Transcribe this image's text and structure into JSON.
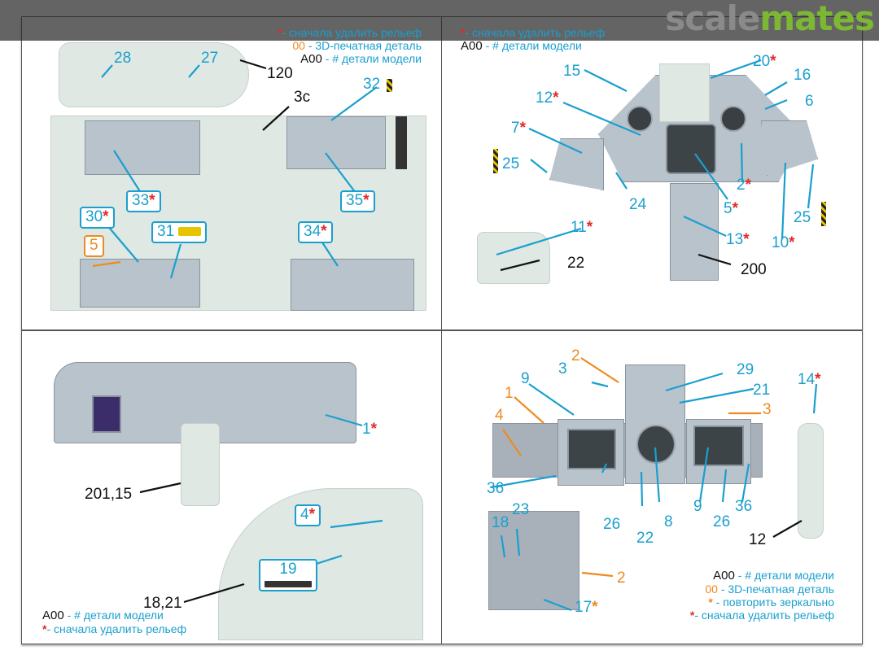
{
  "watermark": {
    "logo_part1": "scale",
    "logo_part2": "mates",
    "colors": {
      "grey": "#8a8a8a",
      "green": "#7cb832"
    }
  },
  "colors": {
    "callout_blue": "#1a9fcf",
    "printed_orange": "#ee8a1f",
    "star_red": "#e02a2a"
  },
  "legend_symbols": {
    "star": "*",
    "printed_code": "00",
    "model_code": "A00"
  },
  "legend_texts": {
    "remove_relief": "- сначала удалить рельеф",
    "printed_part": "- 3D-печатная деталь",
    "model_part": "- # детали модели",
    "mirror": "- повторить зеркально"
  },
  "panel_top_left": {
    "labels": [
      "28",
      "27",
      "120",
      "3c",
      "32"
    ],
    "boxes": [
      {
        "num": "33",
        "star": "*"
      },
      {
        "num": "35",
        "star": "*"
      },
      {
        "num": "30",
        "star": "*"
      },
      {
        "num": "31"
      },
      {
        "num": "34",
        "star": "*"
      },
      {
        "num": "5"
      }
    ]
  },
  "panel_top_right": {
    "labels": [
      {
        "num": "15"
      },
      {
        "num": "20",
        "star": "*"
      },
      {
        "num": "16"
      },
      {
        "num": "6"
      },
      {
        "num": "12",
        "star": "*"
      },
      {
        "num": "7",
        "star": "*"
      },
      {
        "num": "25"
      },
      {
        "num": "2",
        "star": "*"
      },
      {
        "num": "24"
      },
      {
        "num": "5",
        "star": "*"
      },
      {
        "num": "25"
      },
      {
        "num": "11",
        "star": "*"
      },
      {
        "num": "13",
        "star": "*"
      },
      {
        "num": "10",
        "star": "*"
      },
      {
        "num": "22"
      },
      {
        "num": "200"
      }
    ]
  },
  "panel_bottom_left": {
    "labels": [
      {
        "num": "1",
        "star": "*"
      },
      {
        "num": "201,15"
      },
      {
        "num": "18,21"
      }
    ],
    "boxes": [
      {
        "num": "4",
        "star": "*"
      },
      {
        "num": "19"
      }
    ]
  },
  "panel_bottom_right": {
    "labels": [
      {
        "num": "2"
      },
      {
        "num": "3"
      },
      {
        "num": "29"
      },
      {
        "num": "9"
      },
      {
        "num": "1"
      },
      {
        "num": "21"
      },
      {
        "num": "14",
        "star": "*"
      },
      {
        "num": "3"
      },
      {
        "num": "4"
      },
      {
        "num": "36"
      },
      {
        "num": "26"
      },
      {
        "num": "22"
      },
      {
        "num": "8"
      },
      {
        "num": "9"
      },
      {
        "num": "26"
      },
      {
        "num": "36"
      },
      {
        "num": "18"
      },
      {
        "num": "23"
      },
      {
        "num": "2"
      },
      {
        "num": "12"
      },
      {
        "num": "17",
        "star": "*"
      }
    ]
  }
}
